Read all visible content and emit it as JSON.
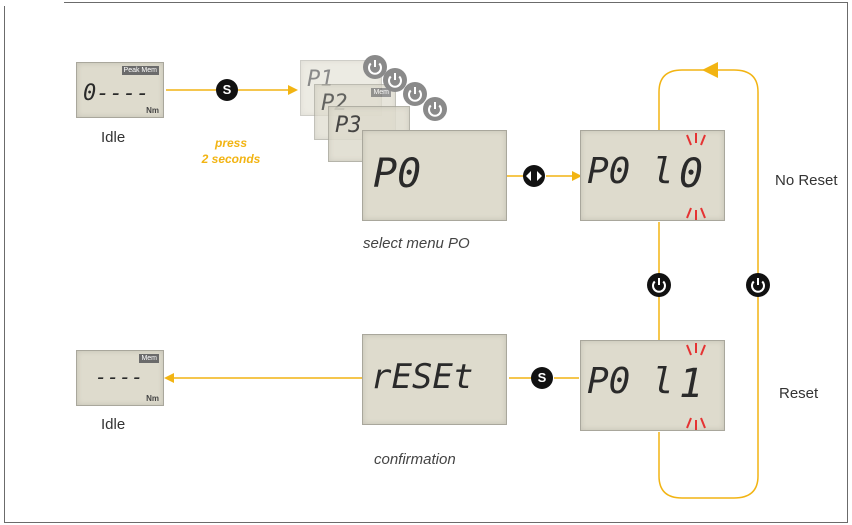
{
  "colors": {
    "accent": "#f2b413",
    "lcd": "#dedbcd",
    "blink": "#e53333"
  },
  "idle_top": {
    "display": "0----",
    "tag": "Peak Mem",
    "unit": "Nm",
    "label": "Idle"
  },
  "step_s": {
    "button": "S",
    "press_line1": "press",
    "press_line2": "2 seconds"
  },
  "menu_stack": {
    "items": [
      "P1",
      "P2",
      "P3"
    ],
    "tag": "Mem"
  },
  "menu_po": {
    "display": "P0",
    "caption": "select menu PO"
  },
  "nav_button": {
    "icon": "left-right-arrows-icon"
  },
  "no_reset_screen": {
    "display": "P0 l",
    "digit": "0",
    "label": "No Reset"
  },
  "reset_screen": {
    "display": "P0 l",
    "digit": "1",
    "label": "Reset"
  },
  "confirm": {
    "display": "rESEt",
    "caption": "confirmation",
    "button": "S"
  },
  "idle_bottom": {
    "display": "----",
    "tag": "Mem",
    "unit": "Nm",
    "label": "Idle"
  }
}
